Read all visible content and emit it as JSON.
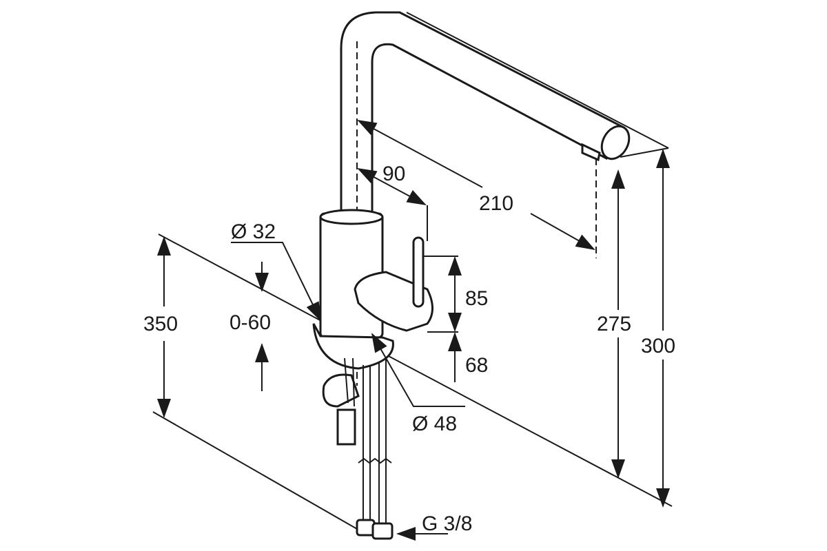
{
  "diagram": {
    "dimensions": {
      "spout_reach": "210",
      "lever_offset": "90",
      "tube_diameter": "Ø 32",
      "countertop_thickness": "0-60",
      "hose_length": "350",
      "body_height": "85",
      "base_height": "68",
      "base_diameter": "Ø 48",
      "outlet_height": "275",
      "total_height": "300",
      "connection_thread": "G 3/8"
    }
  }
}
